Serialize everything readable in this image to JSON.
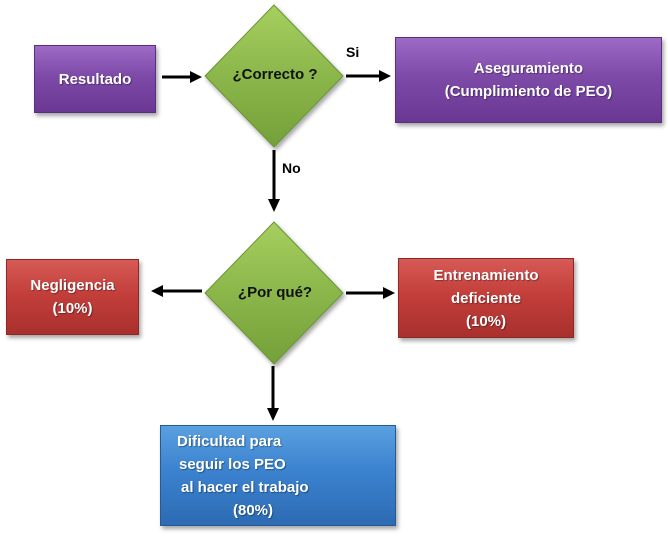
{
  "nodes": {
    "resultado": {
      "label": "Resultado"
    },
    "correcto": {
      "label": "¿Correcto ?"
    },
    "aseguramiento": {
      "line1": "Aseguramiento",
      "line2": "(Cumplimiento de PEO)"
    },
    "porque": {
      "label": "¿Por qué?"
    },
    "negligencia": {
      "line1": "Negligencia",
      "line2": "(10%)"
    },
    "entrenamiento": {
      "line1": "Entrenamiento",
      "line2": "deficiente",
      "line3": "(10%)"
    },
    "dificultad": {
      "line1": "Dificultad para",
      "line2": "seguir los PEO",
      "line3": "al hacer el trabajo",
      "line4": "(80%)"
    }
  },
  "edges": {
    "si": "Si",
    "no": "No"
  },
  "colors": {
    "purple": "#7d4aa8",
    "red": "#c33f3b",
    "blue": "#3b82cf",
    "green": "#8bb64a",
    "arrow": "#000000"
  }
}
